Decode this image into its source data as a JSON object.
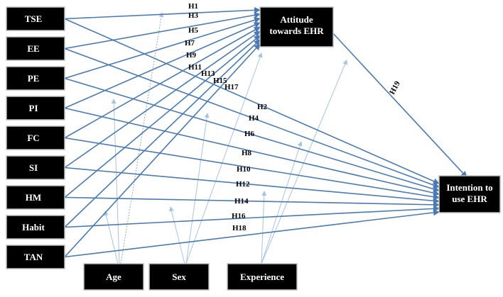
{
  "diagram": {
    "constructs": [
      {
        "id": "tse",
        "label": "TSE"
      },
      {
        "id": "ee",
        "label": "EE"
      },
      {
        "id": "pe",
        "label": "PE"
      },
      {
        "id": "pi",
        "label": "PI"
      },
      {
        "id": "fc",
        "label": "FC"
      },
      {
        "id": "si",
        "label": "SI"
      },
      {
        "id": "hm",
        "label": "HM"
      },
      {
        "id": "habit",
        "label": "Habit"
      },
      {
        "id": "tan",
        "label": "TAN"
      }
    ],
    "attitude": {
      "line1": "Attitude",
      "line2": "towards EHR"
    },
    "intention": {
      "line1": "Intention to",
      "line2": "use EHR"
    },
    "moderators": [
      {
        "id": "age",
        "label": "Age"
      },
      {
        "id": "sex",
        "label": "Sex"
      },
      {
        "id": "experience",
        "label": "Experience"
      }
    ],
    "hypotheses_to_attitude": [
      "H1",
      "H3",
      "H5",
      "H7",
      "H9",
      "H11",
      "H13",
      "H15",
      "H17"
    ],
    "hypotheses_to_intention": [
      "H2",
      "H4",
      "H6",
      "H8",
      "H10",
      "H12",
      "H14",
      "H16",
      "H18"
    ],
    "attitude_to_intention": "H19"
  }
}
